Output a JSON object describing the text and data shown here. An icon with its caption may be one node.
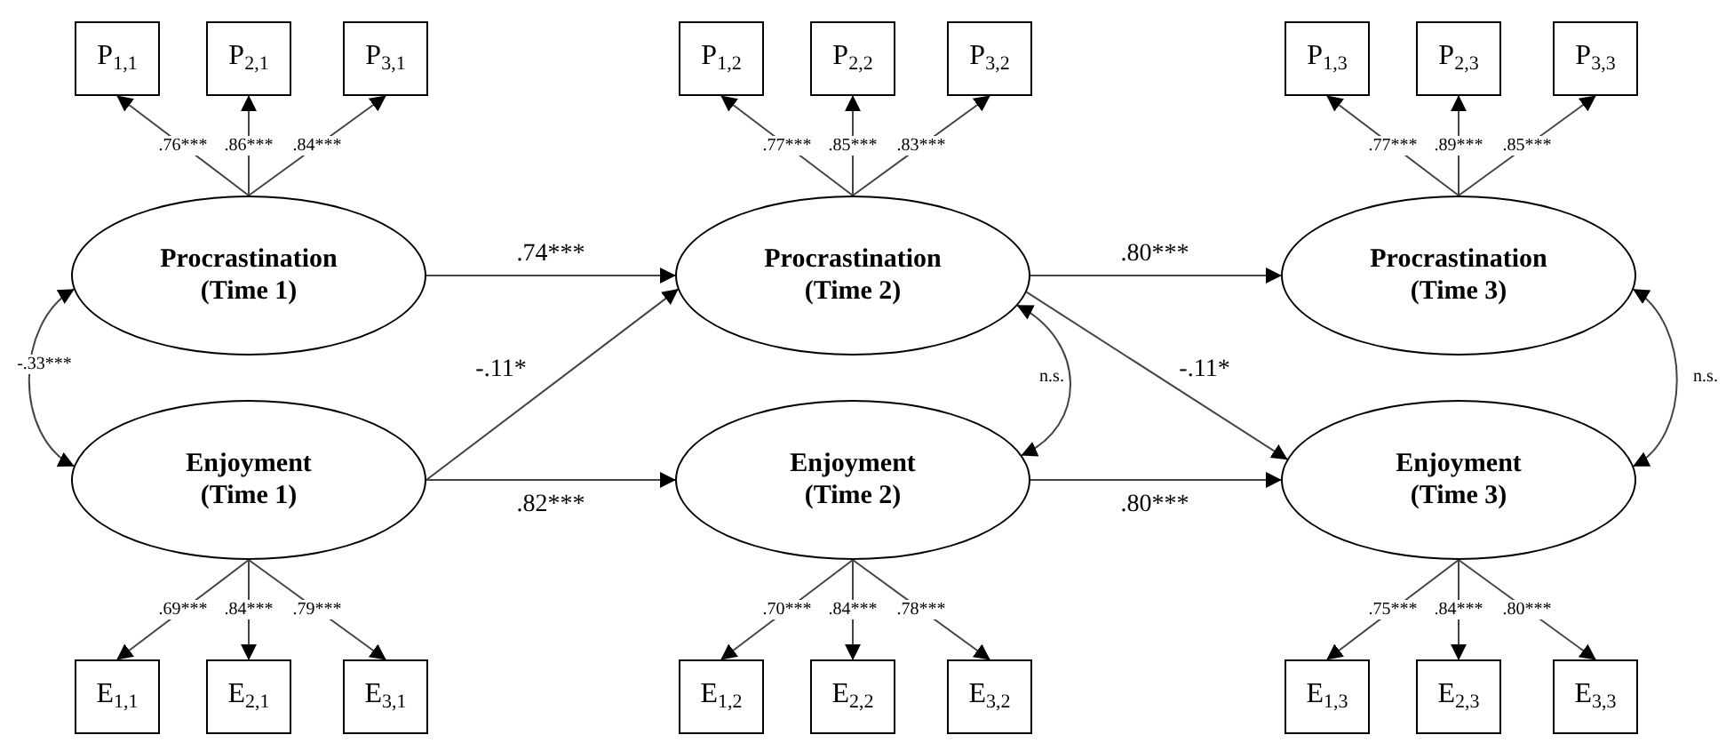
{
  "diagram": {
    "nodes": [
      {
        "text": [
          "P$_{1,1}$"
        ]
      },
      {
        "text": [
          "P$_{2,1}$"
        ]
      },
      {
        "text": [
          "P$_{3,1}$"
        ]
      },
      {
        "text": [
          "P$_{1,2}$"
        ]
      },
      {
        "text": [
          "P$_{2,2}$"
        ]
      },
      {
        "text": [
          "P$_{3,2}$"
        ]
      },
      {
        "text": [
          "P$_{1,3}$"
        ]
      },
      {
        "text": [
          "P$_{2,3}$"
        ]
      },
      {
        "text": [
          "P$_{3,3}$"
        ]
      },
      {
        "text": [
          "Procrastination (Time 1)"
        ]
      },
      {
        "text": [
          "Procrastination (Time 2)"
        ]
      },
      {
        "text": [
          "Procrastination (Time 3)"
        ]
      },
      {
        "text": [
          "Enjoyment (Time 1)"
        ]
      },
      {
        "text": [
          "Enjoyment (Time 2)"
        ]
      },
      {
        "text": [
          "Enjoyment (Time 3)"
        ]
      },
      {
        "text": [
          "E$_{1,1}$"
        ]
      },
      {
        "text": [
          "E$_{2,1}$"
        ]
      },
      {
        "text": [
          "E$_{3,1}$"
        ]
      },
      {
        "text": [
          "E$_{1,2}$"
        ]
      },
      {
        "text": [
          "E$_{2,2}$"
        ]
      },
      {
        "text": [
          "E$_{3,2}$"
        ]
      },
      {
        "text": [
          "E$_{1,3}$"
        ]
      },
      {
        "text": [
          "E$_{2,3}$"
        ]
      },
      {
        "text": [
          "E$_{3,3}$"
        ]
      }
    ],
    "edges": [
      {
        "from": 9,
        "to": 0,
        "arrow": "to",
        "label": ".76***"
      },
      {
        "from": 9,
        "to": 1,
        "arrow": "to",
        "label": ".86***"
      },
      {
        "from": 9,
        "to": 2,
        "arrow": "to",
        "label": ".84***"
      },
      {
        "from": 10,
        "to": 3,
        "arrow": "to",
        "label": ".77***"
      },
      {
        "from": 10,
        "to": 4,
        "arrow": "to",
        "label": ".85***"
      },
      {
        "from": 10,
        "to": 5,
        "arrow": "to",
        "label": ".83***"
      },
      {
        "from": 11,
        "to": 6,
        "arrow": "to",
        "label": ".77***"
      },
      {
        "from": 11,
        "to": 7,
        "arrow": "to",
        "label": ".89***"
      },
      {
        "from": 11,
        "to": 8,
        "arrow": "to",
        "label": ".85***"
      },
      {
        "from": 9,
        "to": 10,
        "arrow": "to",
        "label": ".74***"
      },
      {
        "from": 12,
        "to": 10,
        "arrow": "to",
        "label": "-.11*"
      },
      {
        "from": 12,
        "to": 13,
        "arrow": "to",
        "label": ".82***"
      },
      {
        "from": 10,
        "to": 11,
        "arrow": "to",
        "label": ".80***"
      },
      {
        "from": 10,
        "to": 14,
        "arrow": "to",
        "label": "-.11*"
      },
      {
        "from": 13,
        "to": 14,
        "arrow": "to",
        "label": ".80***"
      },
      {
        "from": 9,
        "to": 12,
        "arrow": "both",
        "label": "-.33***"
      },
      {
        "from": 10,
        "to": 13,
        "arrow": "both",
        "label": "n.s."
      },
      {
        "from": 11,
        "to": 14,
        "arrow": "both",
        "label": "n.s."
      },
      {
        "from": 12,
        "to": 15,
        "arrow": "to",
        "label": ".69***"
      },
      {
        "from": 12,
        "to": 16,
        "arrow": "to",
        "label": ".84***"
      },
      {
        "from": 12,
        "to": 17,
        "arrow": "to",
        "label": ".79***"
      },
      {
        "from": 13,
        "to": 18,
        "arrow": "to",
        "label": ".70***"
      },
      {
        "from": 13,
        "to": 19,
        "arrow": "to",
        "label": ".84***"
      },
      {
        "from": 13,
        "to": 20,
        "arrow": "to",
        "label": ".78***"
      },
      {
        "from": 14,
        "to": 21,
        "arrow": "to",
        "label": ".75***"
      },
      {
        "from": 14,
        "to": 22,
        "arrow": "to",
        "label": ".84***"
      },
      {
        "from": 14,
        "to": 23,
        "arrow": "to",
        "label": ".80***"
      }
    ]
  }
}
